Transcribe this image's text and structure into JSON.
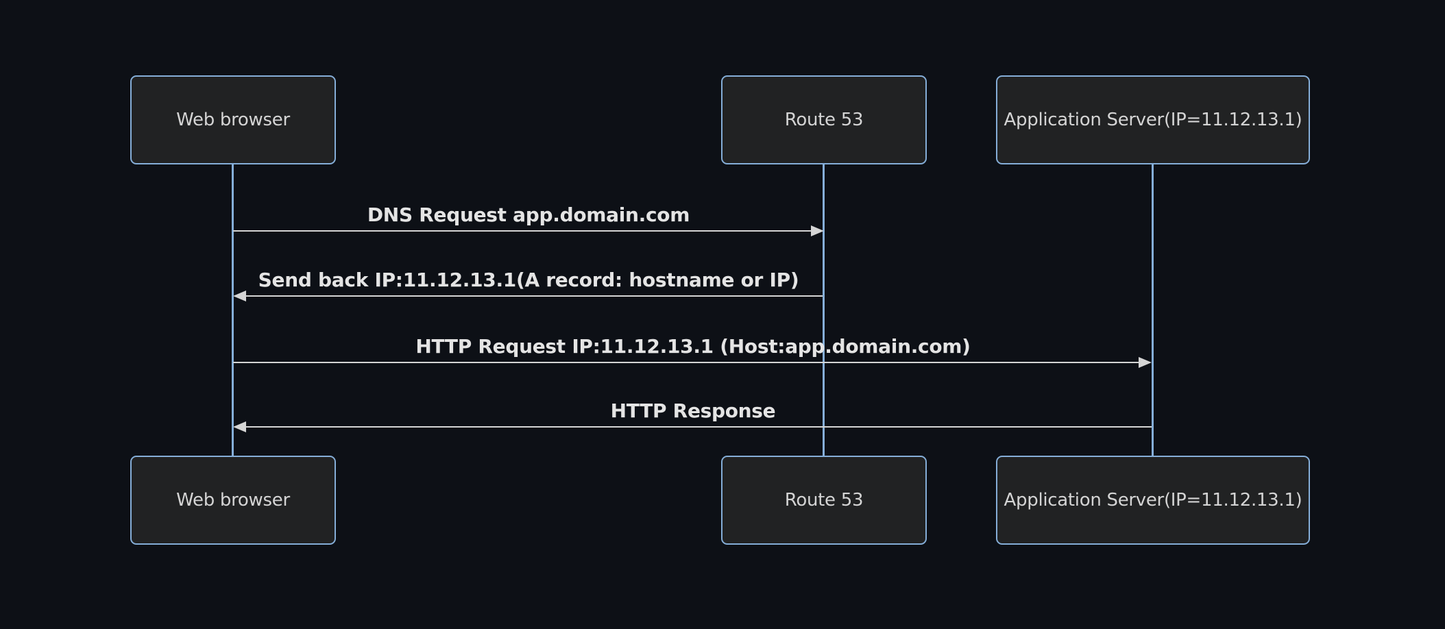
{
  "diagram": {
    "type": "sequence-diagram",
    "theme": "dark",
    "colors": {
      "background": "#0d1016",
      "actor_fill": "#212223",
      "actor_border": "#85aed8",
      "actor_text": "#d4d4d4",
      "lifeline": "#85aed8",
      "signal_line": "#d5d5d5",
      "signal_text": "#e4e4e4"
    },
    "actors": [
      {
        "id": "web-browser",
        "label": "Web browser"
      },
      {
        "id": "route-53",
        "label": "Route 53"
      },
      {
        "id": "app-server",
        "label": "Application Server(IP=11.12.13.1)"
      }
    ],
    "messages": [
      {
        "from": "web-browser",
        "to": "route-53",
        "direction": "right",
        "label": "DNS Request app.domain.com"
      },
      {
        "from": "route-53",
        "to": "web-browser",
        "direction": "left",
        "label": "Send back IP:11.12.13.1(A record: hostname or IP)"
      },
      {
        "from": "web-browser",
        "to": "app-server",
        "direction": "right",
        "label": "HTTP Request IP:11.12.13.1 (Host:app.domain.com)"
      },
      {
        "from": "app-server",
        "to": "web-browser",
        "direction": "left",
        "label": "HTTP Response"
      }
    ]
  }
}
